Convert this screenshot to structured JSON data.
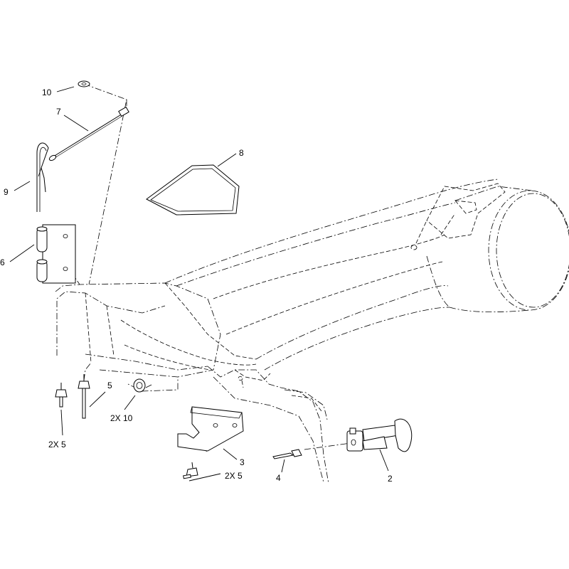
{
  "callouts": [
    {
      "id": "c10a",
      "text": "10"
    },
    {
      "id": "c7",
      "text": "7"
    },
    {
      "id": "c9",
      "text": "9"
    },
    {
      "id": "c8",
      "text": "8"
    },
    {
      "id": "c6",
      "text": "6"
    },
    {
      "id": "c5",
      "text": "5"
    },
    {
      "id": "c2x10",
      "text": "2X 10"
    },
    {
      "id": "c2x5a",
      "text": "2X 5"
    },
    {
      "id": "c3",
      "text": "3"
    },
    {
      "id": "c2x5b",
      "text": "2X 5"
    },
    {
      "id": "c4",
      "text": "4"
    },
    {
      "id": "c2",
      "text": "2"
    }
  ]
}
